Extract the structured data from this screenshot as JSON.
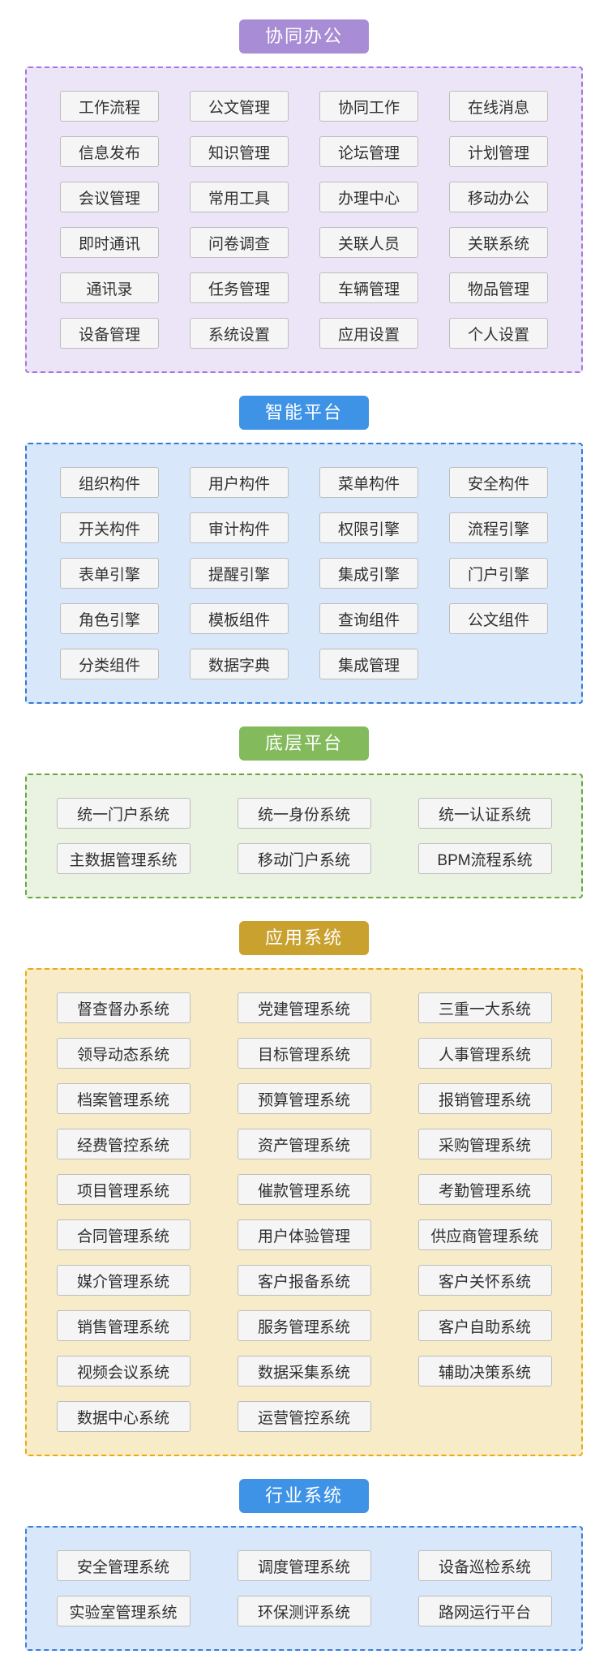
{
  "page": {
    "background": "#ffffff",
    "chip_bg": "#f5f5f5",
    "chip_border": "#bdbdbd",
    "chip_text_color": "#303030"
  },
  "sections": [
    {
      "id": "collaborative-office",
      "title": "协同办公",
      "header_bg": "#a88cd5",
      "container_bg": "#ece5f7",
      "border_color": "#a873e0",
      "columns": 4,
      "items": [
        "工作流程",
        "公文管理",
        "协同工作",
        "在线消息",
        "信息发布",
        "知识管理",
        "论坛管理",
        "计划管理",
        "会议管理",
        "常用工具",
        "办理中心",
        "移动办公",
        "即时通讯",
        "问卷调查",
        "关联人员",
        "关联系统",
        "通讯录",
        "任务管理",
        "车辆管理",
        "物品管理",
        "设备管理",
        "系统设置",
        "应用设置",
        "个人设置"
      ]
    },
    {
      "id": "intelligent-platform",
      "title": "智能平台",
      "header_bg": "#3e93e7",
      "container_bg": "#d8e8fa",
      "border_color": "#2e7cd9",
      "columns": 4,
      "items": [
        "组织构件",
        "用户构件",
        "菜单构件",
        "安全构件",
        "开关构件",
        "审计构件",
        "权限引擎",
        "流程引擎",
        "表单引擎",
        "提醒引擎",
        "集成引擎",
        "门户引擎",
        "角色引擎",
        "模板组件",
        "查询组件",
        "公文组件",
        "分类组件",
        "数据字典",
        "集成管理"
      ]
    },
    {
      "id": "base-platform",
      "title": "底层平台",
      "header_bg": "#83ba5c",
      "container_bg": "#eaf3e1",
      "border_color": "#63a73c",
      "columns": 3,
      "items": [
        "统一门户系统",
        "统一身份系统",
        "统一认证系统",
        "主数据管理系统",
        "移动门户系统",
        "BPM流程系统"
      ]
    },
    {
      "id": "application-systems",
      "title": "应用系统",
      "header_bg": "#c9a12f",
      "container_bg": "#f8ecc8",
      "border_color": "#eaaa10",
      "columns": 3,
      "items": [
        "督查督办系统",
        "党建管理系统",
        "三重一大系统",
        "领导动态系统",
        "目标管理系统",
        "人事管理系统",
        "档案管理系统",
        "预算管理系统",
        "报销管理系统",
        "经费管控系统",
        "资产管理系统",
        "采购管理系统",
        "项目管理系统",
        "催款管理系统",
        "考勤管理系统",
        "合同管理系统",
        "用户体验管理",
        "供应商管理系统",
        "媒介管理系统",
        "客户报备系统",
        "客户关怀系统",
        "销售管理系统",
        "服务管理系统",
        "客户自助系统",
        "视频会议系统",
        "数据采集系统",
        "辅助决策系统",
        "数据中心系统",
        "运营管控系统"
      ]
    },
    {
      "id": "industry-systems",
      "title": "行业系统",
      "header_bg": "#3e93e7",
      "container_bg": "#d8e8fa",
      "border_color": "#3a7edd",
      "columns": 3,
      "items": [
        "安全管理系统",
        "调度管理系统",
        "设备巡检系统",
        "实验室管理系统",
        "环保测评系统",
        "路网运行平台"
      ]
    }
  ]
}
